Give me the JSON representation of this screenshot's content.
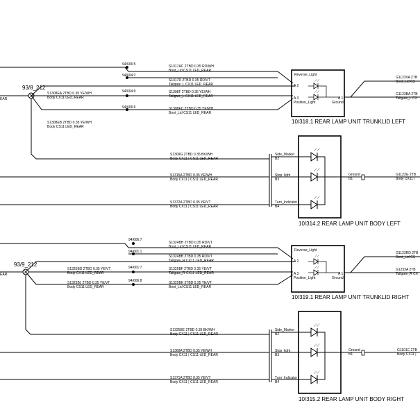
{
  "splices": [
    {
      "id": "splice-top",
      "label": "93/8_212"
    },
    {
      "id": "splice-bottom",
      "label": "93/9_212"
    }
  ],
  "left_stub_labels": {
    "top": "EAR",
    "bottom": "EAR"
  },
  "nodes": [
    {
      "key": "n1",
      "label": "94/606:5"
    },
    {
      "key": "n2",
      "label": "94/604:2"
    },
    {
      "key": "n3",
      "label": "94/604:9"
    },
    {
      "key": "n4",
      "label": "94/606:6"
    },
    {
      "key": "n5",
      "label": "94/606:7"
    },
    {
      "key": "n6",
      "label": "94/601:1"
    },
    {
      "key": "n7",
      "label": "94/601:7"
    },
    {
      "key": "n8",
      "label": "94/606:8"
    }
  ],
  "wires": [
    {
      "key": "w1",
      "line1": "S1317AC  2TBD 0.35 RD/WH",
      "line2": "Boot_Lid  CS11   LED_REAR"
    },
    {
      "key": "w2",
      "line1": "S1317D  2TBD 0.35 RD/VT",
      "line2": "Tailgate_L  CX11   LED_REAR"
    },
    {
      "key": "w3",
      "line1": "S1308F  2TBD 0.35 YE/WH",
      "line2": "Tailgate_L  CX11   LED_REAR"
    },
    {
      "key": "w4",
      "line1": "S1308EA  2TBD 0.35 YE/WH",
      "line2": "Body  CX11   LED_REAR"
    },
    {
      "key": "w5",
      "line1": "S1308EC  2TBD 0.35 YE/WH",
      "line2": "Boot_Lid  CS11   LED_REAR"
    },
    {
      "key": "w6",
      "line1": "S1308EB  2TBD 0.35 YE/WH",
      "line2": "Body  CS11   LED_REAR"
    },
    {
      "key": "w7",
      "line1": "S1309G  2TBD 0.35 BK/WH",
      "line2": "Body  CX11 | CS11   LED_REAR"
    },
    {
      "key": "w8",
      "line1": "S1315A  2TBD 0.35 YE/WH",
      "line2": "Body  CX11 | CS11   LED_REAR"
    },
    {
      "key": "w9",
      "line1": "S1372A  2TBD 0.35 YE/VT",
      "line2": "Body  CX11 | CS11   LED_REAR"
    },
    {
      "key": "w10",
      "line1": "S1324BH  2TBD 0.35 RD/VT",
      "line2": "Boot_Lid  CS11   LED_REAR"
    },
    {
      "key": "w11",
      "line1": "S1324BB  2TBD 0.35 RD/VT",
      "line2": "Tailgate_R  CX11   LED_REAR"
    },
    {
      "key": "w12",
      "line1": "S1325BD  2TBD 0.35 YE/VT",
      "line2": "Body  CX11   LED_REAR"
    },
    {
      "key": "w13",
      "line1": "S1325BF  2TBD 0.35 YE/VT",
      "line2": "Tailgate_R  CX11   LED_REAR"
    },
    {
      "key": "w14",
      "line1": "S1325BJ  2TBD 0.35 YE/VT",
      "line2": "Body  CS11   LED_REAR"
    },
    {
      "key": "w15",
      "line1": "S1325BK  2TBD 0.35 YE/VT",
      "line2": "Boot_Lid  CS11   LED_REAR"
    },
    {
      "key": "w16",
      "line1": "S1325BE  2TBD 0.35 BK/WH",
      "line2": "Body  CX11 | CS11   LED_REAR"
    },
    {
      "key": "w17",
      "line1": "S1369A  2TBD 0.35 YE/WH",
      "line2": "Body  CX11 | CS11   LED_REAR"
    },
    {
      "key": "w18",
      "line1": "S1371A  2TBD 0.35 YE/VT",
      "line2": "Body  CX11 | CS11   LED_REAR"
    }
  ],
  "right_wires": [
    {
      "key": "r1",
      "line1": "G1123VA  2TB",
      "line2": "Boot_Lid  CS"
    },
    {
      "key": "r2",
      "line1": "G1123BA  2TB",
      "line2": "Tailgate_L  CX"
    },
    {
      "key": "r3",
      "line1": "G1123G  2TB",
      "line2": "Body  CX11 |"
    },
    {
      "key": "r4",
      "line1": "G1123RD  2TB",
      "line2": "Boot_Lid  CS"
    },
    {
      "key": "r5",
      "line1": "G1253A  2TB",
      "line2": "Tailgate_R  CX"
    },
    {
      "key": "r6",
      "line1": "G1101C  2TB",
      "line2": "Body  CX11 |"
    }
  ],
  "components": [
    {
      "key": "c1",
      "title": "10/318.1   REAR LAMP UNIT TRUNKLID LEFT",
      "pins": [
        {
          "key": "p1",
          "name": "Reverse_Light",
          "num": "A 2"
        },
        {
          "key": "p2",
          "name": "Position_Light",
          "num": "A 3"
        },
        {
          "key": "p3",
          "name": "Ground",
          "num": "A 1"
        }
      ]
    },
    {
      "key": "c2",
      "title": "10/314.2   REAR LAMP UNIT BODY LEFT",
      "pins": [
        {
          "key": "p1",
          "name": "Side_Marker",
          "num": "B2"
        },
        {
          "key": "p2",
          "name": "Stop_light",
          "num": "B3"
        },
        {
          "key": "p3",
          "name": "Turn_Indicator",
          "num": "B4"
        },
        {
          "key": "p4",
          "name": "Ground",
          "num": "B1"
        }
      ]
    },
    {
      "key": "c3",
      "title": "10/319.1   REAR LAMP UNIT TRUNKLID RIGHT",
      "pins": [
        {
          "key": "p1",
          "name": "Reverse_Light",
          "num": "A 2"
        },
        {
          "key": "p2",
          "name": "Position_Light",
          "num": "A 3"
        },
        {
          "key": "p3",
          "name": "Ground",
          "num": "A 1"
        }
      ]
    },
    {
      "key": "c4",
      "title": "10/315.2   REAR LAMP UNIT BODY RIGHT",
      "pins": [
        {
          "key": "p1",
          "name": "Side_Marker",
          "num": "B2"
        },
        {
          "key": "p2",
          "name": "Stop_light",
          "num": "B3"
        },
        {
          "key": "p3",
          "name": "Turn_Indicator",
          "num": "B4"
        },
        {
          "key": "p4",
          "name": "Ground",
          "num": "B1"
        }
      ]
    }
  ]
}
